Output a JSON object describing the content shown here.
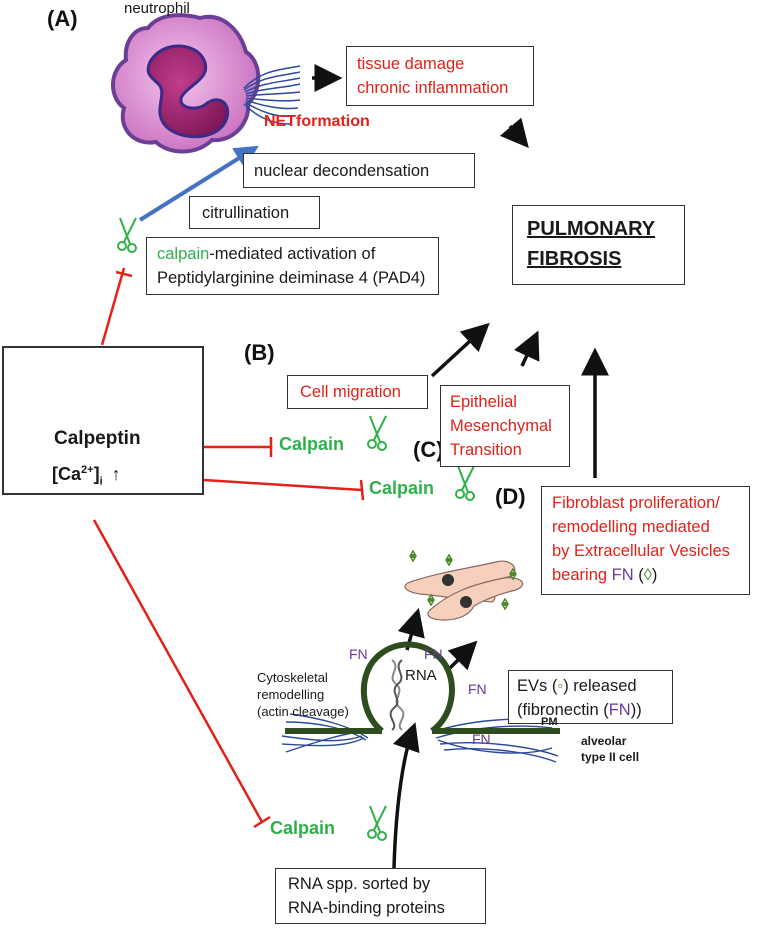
{
  "panels": {
    "a": "(A)",
    "b": "(B)",
    "c": "(C)",
    "d": "(D)"
  },
  "neutrophil_label": "neutrophil",
  "net_formation": "NETformation",
  "tissue_box": {
    "line1": "tissue damage",
    "line2": "chronic inflammation"
  },
  "nuclear": "nuclear decondensation",
  "citrullination": "citrullination",
  "pad4_box": {
    "calpain_word": "calpain",
    "line1_rest": "-mediated activation of",
    "line2": "Peptidylarginine deiminase 4 (PAD4)"
  },
  "fibrosis": {
    "line1": "PULMONARY",
    "line2": "FIBROSIS"
  },
  "calpeptin_box": {
    "name": "Calpeptin",
    "ca_base": "[Ca",
    "ca_sup": "2+",
    "ca_close": "]",
    "ca_sub": "i",
    "arrow": "↑"
  },
  "cell_migration": "Cell migration",
  "emt": {
    "line1": "Epithelial",
    "line2": "Mesenchymal",
    "line3": "Transition"
  },
  "calpain_label": "Calpain",
  "fibroblast_box": {
    "line1": "Fibroblast proliferation/",
    "line2": "remodelling mediated",
    "line3": "by Extracellular Vesicles",
    "line4_pre": "bearing ",
    "fn": "FN",
    "line4_post": " (",
    "line4_end": ")"
  },
  "fn_label": "FN",
  "rna_label": "RNA",
  "evs_box": {
    "line1_pre": "EVs (",
    "line1_post": ") released",
    "line2_pre": "(fibronectin (",
    "fn": "FN",
    "line2_post": "))"
  },
  "cytoskeletal": {
    "line1": "Cytoskeletal",
    "line2": "remodelling",
    "line3": "(actin cleavage)"
  },
  "pm": "PM",
  "alveolar": {
    "line1": "alveolar",
    "line2": "type II cell"
  },
  "rna_box": {
    "line1": "RNA spp. sorted by",
    "line2": "RNA-binding proteins"
  },
  "colors": {
    "red": "#e32119",
    "green": "#2fb04a",
    "purple": "#6a3a97",
    "blue": "#4472c4",
    "membrane": "#2e4d1f"
  }
}
